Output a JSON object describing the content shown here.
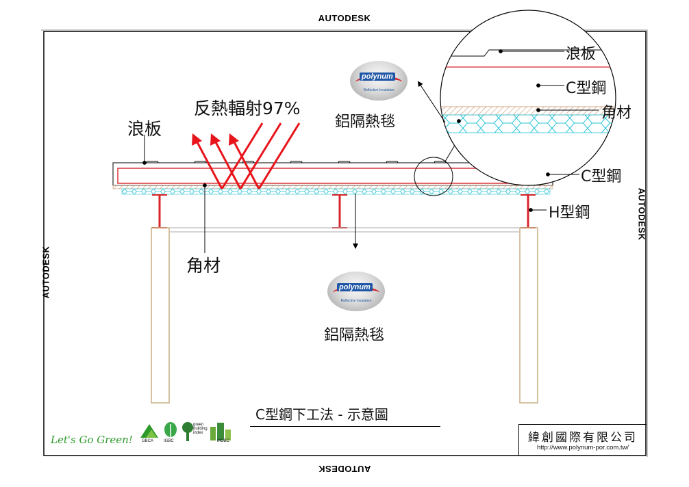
{
  "watermark": "AUTODESK",
  "labels": {
    "corrugated_sheet_detail": "浪板",
    "c_steel_detail": "C型鋼",
    "angle_detail": "角材",
    "c_steel_main": "C型鋼",
    "h_steel": "H型鋼",
    "corrugated_sheet_main": "浪板",
    "reflect_note": "反熱輻射97%",
    "angle_main": "角材",
    "insulation_top": "鋁隔熱毯",
    "insulation_bottom": "鋁隔熱毯"
  },
  "product_badge": {
    "brand": "polynum",
    "tagline": "Reflective Insulation"
  },
  "title": "C型鋼下工法 - 示意圖",
  "company": {
    "name": "緯創國際有限公司",
    "url": "http://www.polynum-por.com.tw/"
  },
  "footer": {
    "slogan": "Let's Go Green!",
    "logos": [
      "GBCA",
      "IGBC",
      "green building index",
      "MGBC"
    ]
  },
  "colors": {
    "arrow_red": "#e8141b",
    "steel_red": "#d9242a",
    "insulation_cyan": "#27c3d6",
    "angle_hatch": "#c7926a",
    "column_tan": "#c8ae83",
    "brand_blue": "#1f56a6",
    "green": "#2e9a2a"
  }
}
